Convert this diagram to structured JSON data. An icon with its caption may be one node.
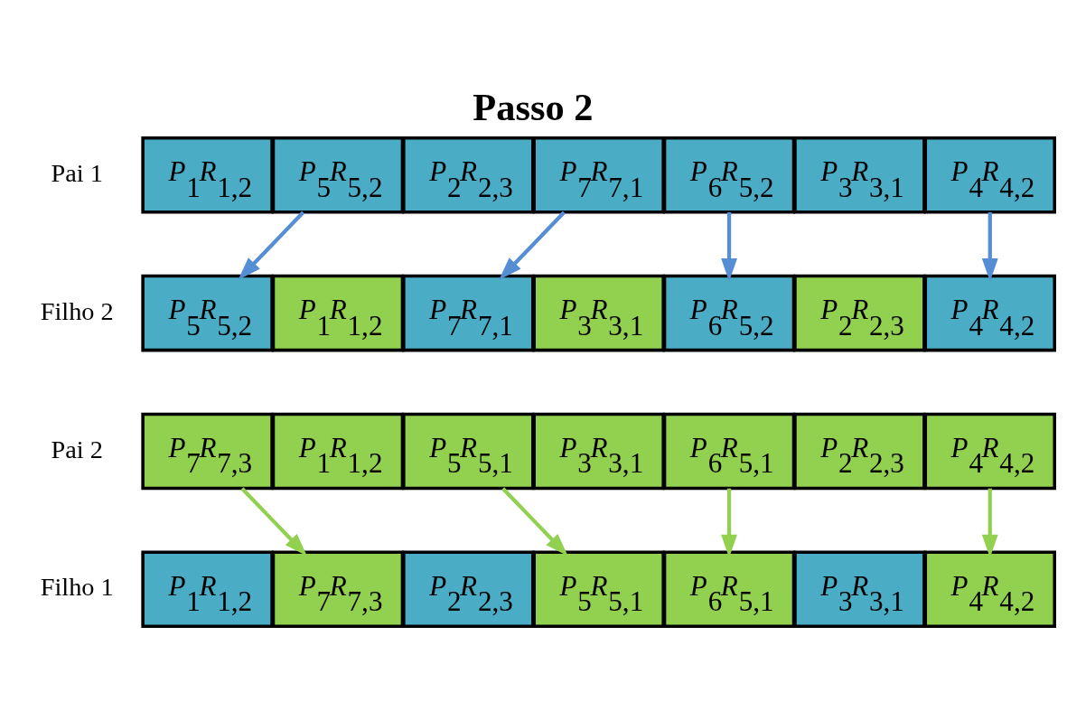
{
  "diagram": {
    "title": "Passo 2",
    "nodes": [
      {
        "text": [
          "P$_{1}$R$_{1,2}$"
        ]
      },
      {
        "text": [
          "P$_{5}$R$_{5,2}$"
        ]
      },
      {
        "text": [
          "P$_{2}$R$_{2,3}$"
        ]
      },
      {
        "text": [
          "P$_{7}$R$_{7,1}$"
        ]
      },
      {
        "text": [
          "P$_{6}$R$_{5,2}$"
        ]
      },
      {
        "text": [
          "P$_{3}$R$_{3,1}$"
        ]
      },
      {
        "text": [
          "P$_{4}$R$_{4,2}$"
        ]
      },
      {
        "text": [
          "P$_{5}$R$_{5,2}$"
        ]
      },
      {
        "text": [
          "P$_{1}$R$_{1,2}$"
        ]
      },
      {
        "text": [
          "P$_{7}$R$_{7,1}$"
        ]
      },
      {
        "text": [
          "P$_{3}$R$_{3,1}$"
        ]
      },
      {
        "text": [
          "P$_{6}$R$_{5,2}$"
        ]
      },
      {
        "text": [
          "P$_{2}$R$_{2,3}$"
        ]
      },
      {
        "text": [
          "P$_{4}$R$_{4,2}$"
        ]
      },
      {
        "text": [
          "P$_{7}$R$_{7,3}$"
        ]
      },
      {
        "text": [
          "P$_{1}$R$_{1,2}$"
        ]
      },
      {
        "text": [
          "P$_{5}$R$_{5,1}$"
        ]
      },
      {
        "text": [
          "P$_{3}$R$_{3,1}$"
        ]
      },
      {
        "text": [
          "P$_{6}$R$_{5,1}$"
        ]
      },
      {
        "text": [
          "P$_{2}$R$_{2,3}$"
        ]
      },
      {
        "text": [
          "P$_{4}$R$_{4,2}$"
        ]
      },
      {
        "text": [
          "P$_{1}$R$_{1,2}$"
        ]
      },
      {
        "text": [
          "P$_{7}$R$_{7,3}$"
        ]
      },
      {
        "text": [
          "P$_{2}$R$_{2,3}$"
        ]
      },
      {
        "text": [
          "P$_{5}$R$_{5,1}$"
        ]
      },
      {
        "text": [
          "P$_{6}$R$_{5,1}$"
        ]
      },
      {
        "text": [
          "P$_{3}$R$_{3,1}$"
        ]
      },
      {
        "text": [
          "P$_{4}$R$_{4,2}$"
        ]
      }
    ],
    "edges": [
      {
        "from": 1,
        "to": 7,
        "arrow": "to",
        "color": "#558ed5"
      },
      {
        "from": 3,
        "to": 9,
        "arrow": "to",
        "color": "#558ed5"
      },
      {
        "from": 4,
        "to": 11,
        "arrow": "to",
        "color": "#558ed5"
      },
      {
        "from": 6,
        "to": 13,
        "arrow": "to",
        "color": "#558ed5"
      },
      {
        "from": 14,
        "to": 22,
        "arrow": "to",
        "color": "#92d050"
      },
      {
        "from": 16,
        "to": 24,
        "arrow": "to",
        "color": "#92d050"
      },
      {
        "from": 18,
        "to": 25,
        "arrow": "to",
        "color": "#92d050"
      },
      {
        "from": 20,
        "to": 27,
        "arrow": "to",
        "color": "#92d050"
      }
    ],
    "labels": [
      "Pai 1",
      "Filho 2",
      "Pai 2",
      "Filho 1"
    ]
  }
}
